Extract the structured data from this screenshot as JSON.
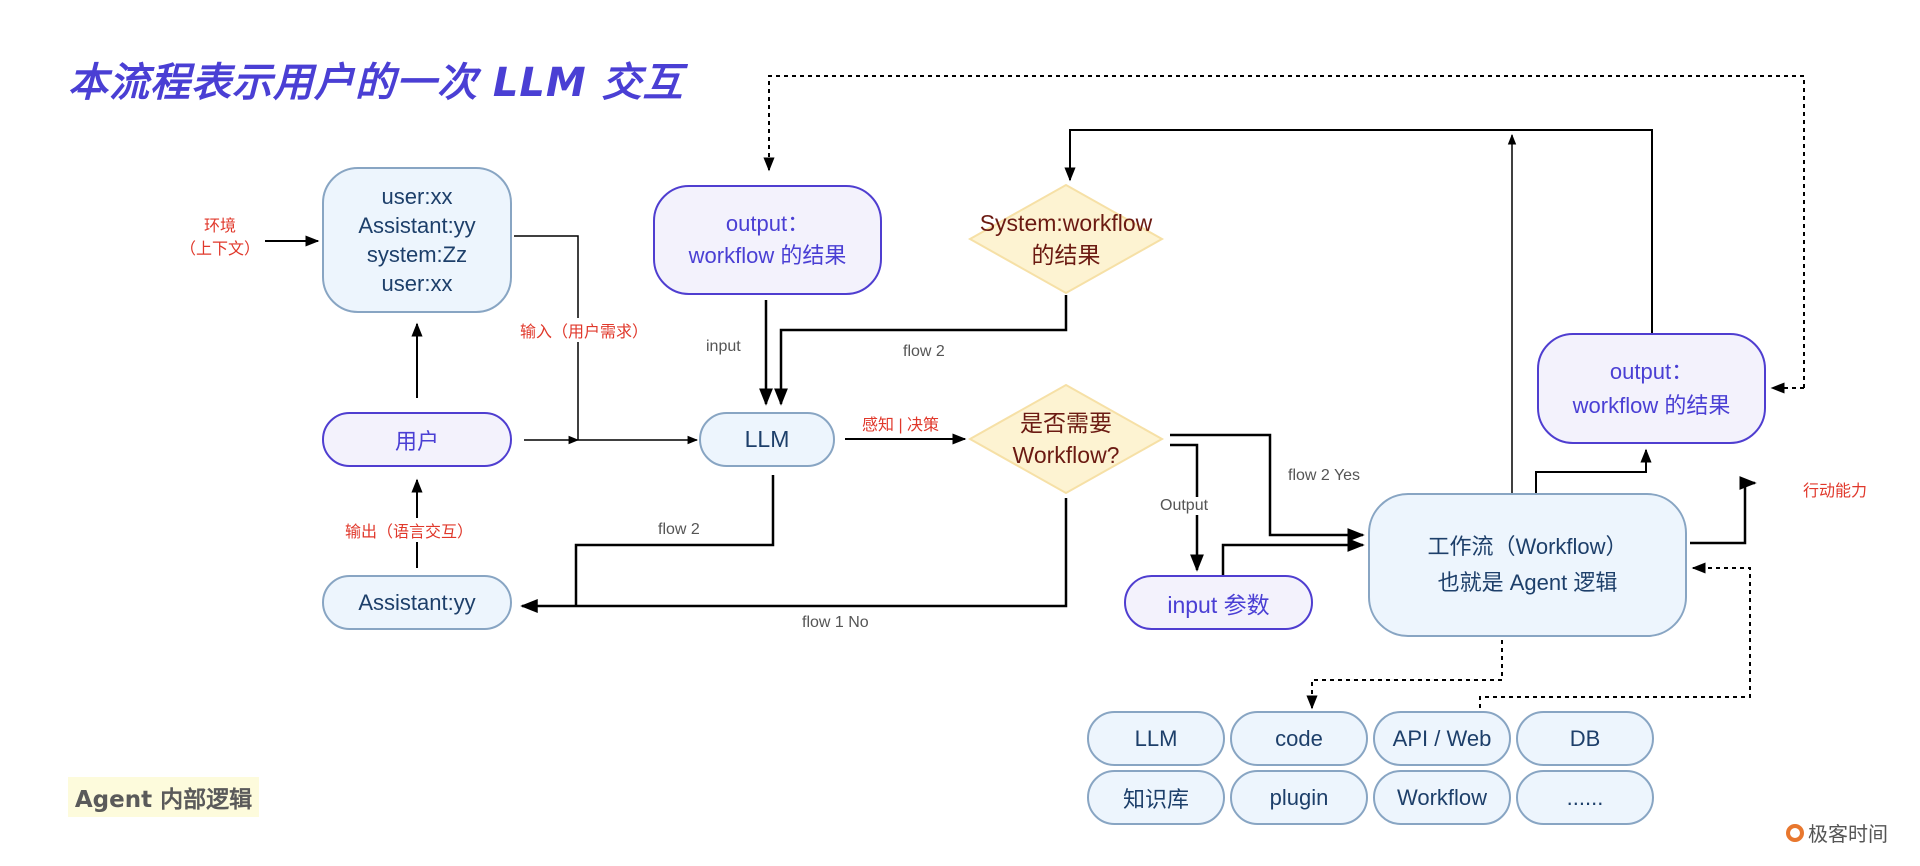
{
  "title": "本流程表示用户的一次 LLM 交互",
  "nodes": {
    "context": "user:xx\nAssistant:yy\nsystem:Zz\nuser:xx",
    "user": "用户",
    "assistant": "Assistant:yy",
    "llm": "LLM",
    "output_left": "output：\nworkflow 的结果",
    "system_workflow": "System:workflow\n的结果",
    "need_workflow": "是否需要\nWorkflow?",
    "input_params": "input 参数",
    "workflow": "工作流（Workflow）\n也就是 Agent 逻辑",
    "output_right": "output：\nworkflow 的结果"
  },
  "tools": [
    "LLM",
    "code",
    "API / Web",
    "DB",
    "知识库",
    "plugin",
    "Workflow",
    "......"
  ],
  "labels": {
    "environment": "环境\n（上下文）",
    "input_demand": "输入（用户需求）",
    "output_language": "输出（语言交互）",
    "perceive_decide": "感知 | 决策",
    "input": "input",
    "flow2_top": "flow 2",
    "flow2_bottom": "flow 2",
    "flow1_no": "flow 1 No",
    "flow2_yes": "flow 2 Yes",
    "output": "Output",
    "action": "行动能力"
  },
  "agent_tag": "Agent 内部逻辑",
  "logo_text": "极客时间",
  "colors": {
    "title": "#4a3fd4",
    "blue_fill": "#edf5fd",
    "blue_border": "#88a5c3",
    "purple_fill": "#f3f2fc",
    "purple_border": "#4f3ed0",
    "diamond_fill": "#fdf3d2",
    "diamond_border": "#f6e0a6",
    "label_red": "#e0382b"
  }
}
